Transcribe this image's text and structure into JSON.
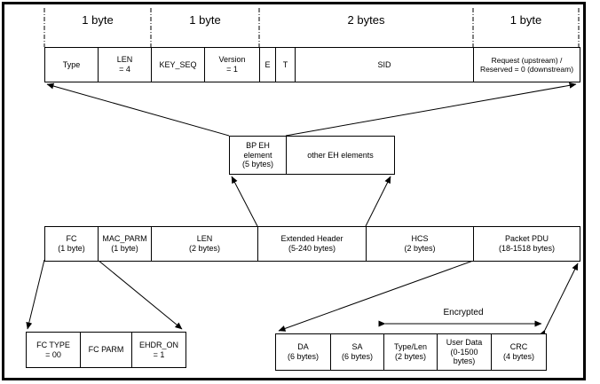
{
  "top_row": {
    "sizes": [
      "1 byte",
      "1 byte",
      "2 bytes",
      "1 byte"
    ],
    "cells": [
      "Type",
      "LEN\n= 4",
      "KEY_SEQ",
      "Version\n= 1",
      "E",
      "T",
      "SID",
      "Request (upstream) /\nReserved = 0 (downstream)"
    ]
  },
  "eh_box": {
    "cells": [
      "BP EH\nelement\n(5 bytes)",
      "other EH elements"
    ]
  },
  "mac_frame": {
    "cells": [
      "FC\n(1 byte)",
      "MAC_PARM\n(1 byte)",
      "LEN\n(2 bytes)",
      "Extended Header\n(5-240 bytes)",
      "HCS\n(2 bytes)",
      "Packet PDU\n(18-1518 bytes)"
    ]
  },
  "fc_box": {
    "cells": [
      "FC TYPE\n= 00",
      "FC PARM",
      "EHDR_ON\n= 1"
    ]
  },
  "pdu_box": {
    "cells": [
      "DA\n(6 bytes)",
      "SA\n(6 bytes)",
      "Type/Len\n(2 bytes)",
      "User Data\n(0-1500\nbytes)",
      "CRC\n(4 bytes)"
    ]
  },
  "annotations": {
    "encrypted_label": "Encrypted"
  },
  "colors": {
    "line": "#000000",
    "background": "#ffffff",
    "text": "#000000"
  }
}
